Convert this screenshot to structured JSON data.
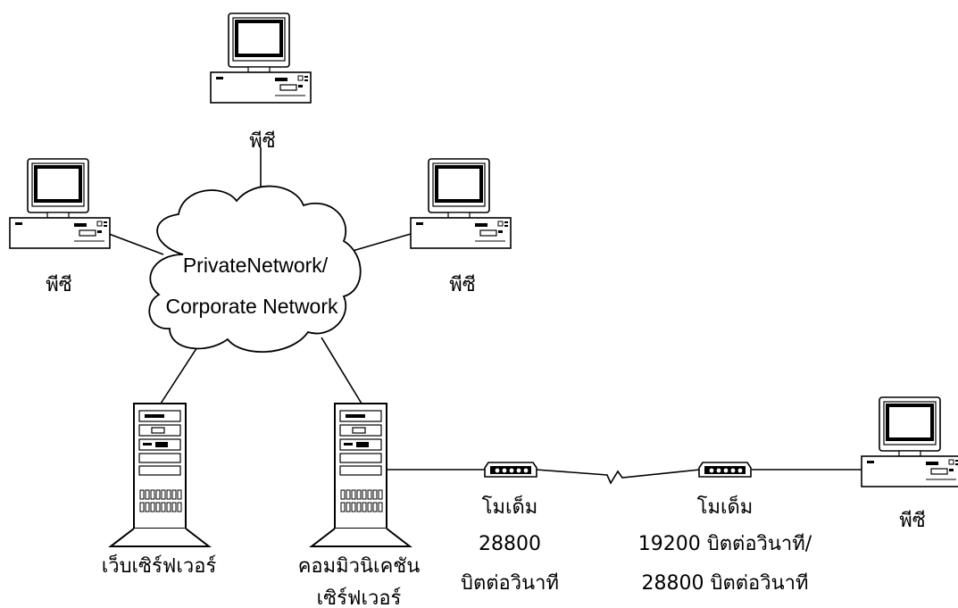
{
  "cloud": {
    "line1": "PrivateNetwork/",
    "line2": "Corporate Network"
  },
  "pcs": {
    "top": "พีซี",
    "left": "พีซี",
    "right": "พีซี",
    "remote": "พีซี"
  },
  "servers": {
    "web": "เว็บเซิร์ฟเวอร์",
    "comm_line1": "คอมมิวนิเคชัน",
    "comm_line2": "เซิร์ฟเวอร์"
  },
  "modem_left": {
    "label": "โมเด็ม",
    "speed_line1": "28800",
    "speed_line2": "บิตต่อวินาที"
  },
  "modem_right": {
    "label": "โมเด็ม",
    "speed_line1": "19200 บิตต่อวินาที/",
    "speed_line2": "28800 บิตต่อวินาที"
  }
}
